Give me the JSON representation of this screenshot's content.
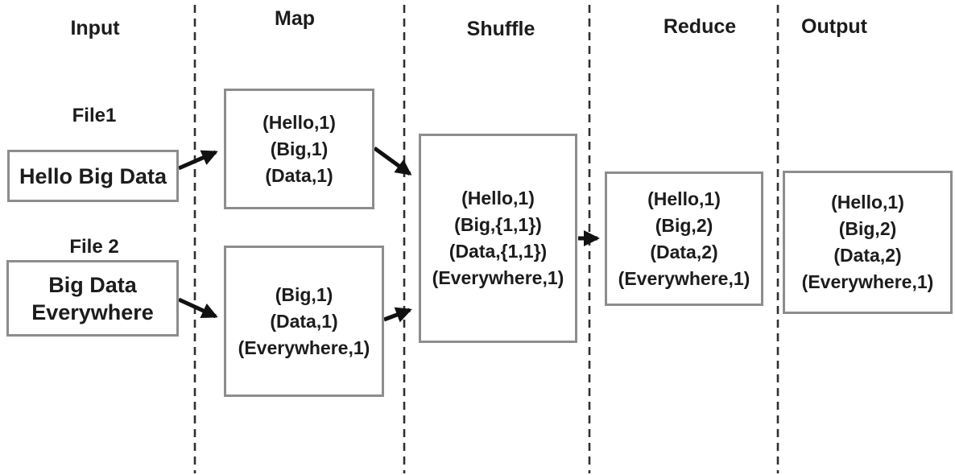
{
  "columns": {
    "input": "Input",
    "map": "Map",
    "shuffle": "Shuffle",
    "reduce": "Reduce",
    "output": "Output"
  },
  "input": {
    "file1": {
      "label": "File1",
      "text": "Hello Big Data"
    },
    "file2": {
      "label": "File 2",
      "lines": [
        "Big Data",
        "Everywhere"
      ]
    }
  },
  "map": {
    "mapper1": {
      "lines": [
        "(Hello,1)",
        "(Big,1)",
        "(Data,1)"
      ]
    },
    "mapper2": {
      "lines": [
        "(Big,1)",
        "(Data,1)",
        "(Everywhere,1)"
      ]
    }
  },
  "shuffle": {
    "lines": [
      "(Hello,1)",
      "(Big,{1,1})",
      "(Data,{1,1})",
      "(Everywhere,1)"
    ]
  },
  "reduce": {
    "lines": [
      "(Hello,1)",
      "(Big,2)",
      "(Data,2)",
      "(Everywhere,1)"
    ]
  },
  "output": {
    "lines": [
      "(Hello,1)",
      "(Big,2)",
      "(Data,2)",
      "(Everywhere,1)"
    ]
  }
}
